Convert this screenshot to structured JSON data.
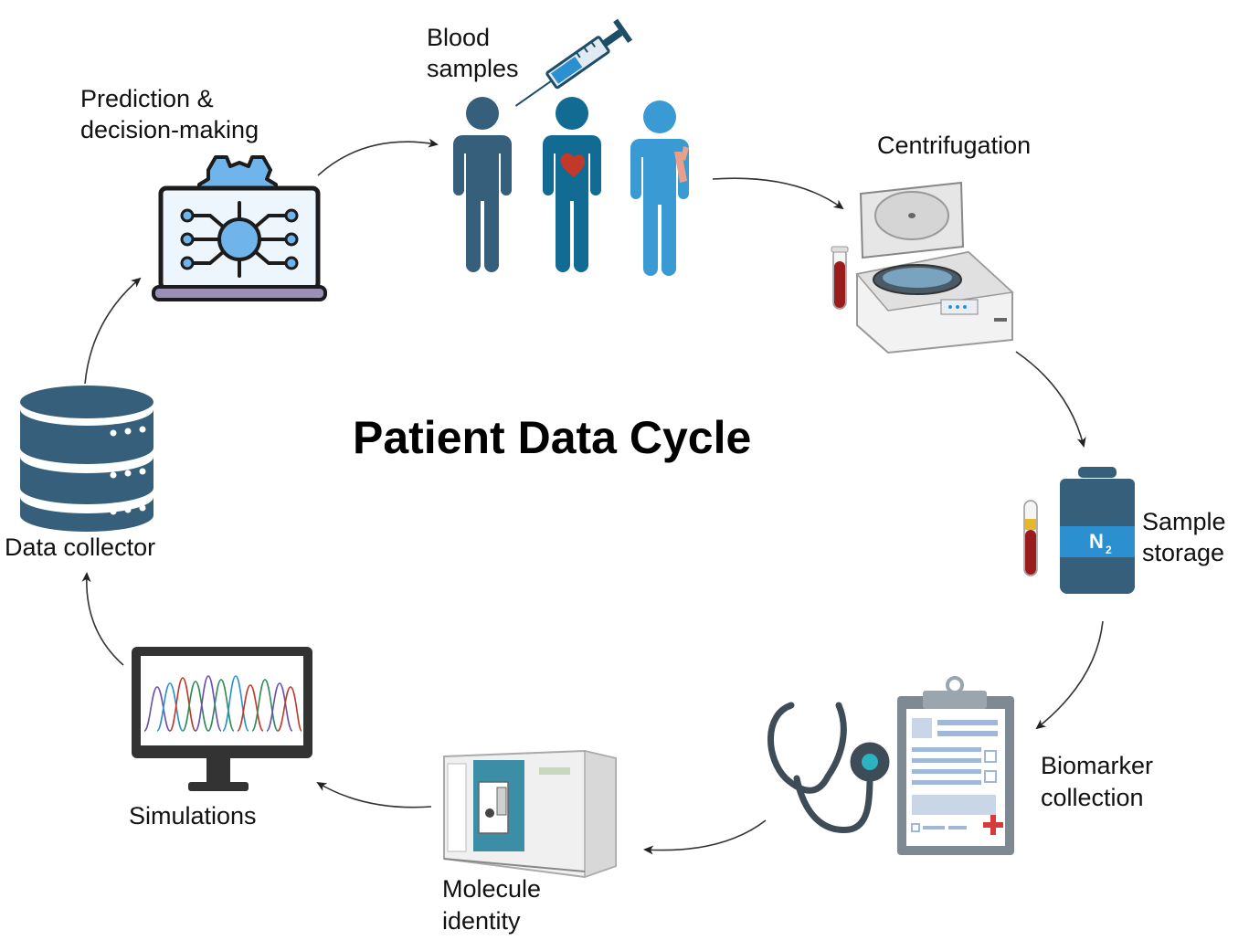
{
  "title": "Patient Data Cycle",
  "stages": {
    "blood_samples": {
      "line1": "Blood",
      "line2": "samples"
    },
    "centrifugation": {
      "label": "Centrifugation"
    },
    "sample_storage": {
      "line1": "Sample",
      "line2": "storage",
      "nitrogen_symbol": "N",
      "nitrogen_subscript": "2"
    },
    "biomarker_collection": {
      "line1": "Biomarker",
      "line2": "collection"
    },
    "molecule_identity": {
      "line1": "Molecule",
      "line2": "identity"
    },
    "simulations": {
      "label": "Simulations"
    },
    "data_collector": {
      "label": "Data collector"
    },
    "prediction": {
      "line1": "Prediction &",
      "line2": "decision-making"
    }
  },
  "colors": {
    "person_dark": "#355f7a",
    "person_mid": "#126b93",
    "person_light": "#3a9ad4",
    "database": "#355f7a",
    "nitrogen_tank": "#355f7a",
    "nitrogen_band": "#2b8fd0",
    "blood": "#9b1c1c",
    "accent_blue": "#6fb4ea"
  },
  "icons": [
    "syringe-icon",
    "person-icon",
    "centrifuge-icon",
    "blood-tube-icon",
    "nitrogen-tank-icon",
    "stethoscope-icon",
    "clipboard-icon",
    "mass-spectrometer-icon",
    "monitor-icon",
    "database-icon",
    "ai-laptop-icon"
  ]
}
